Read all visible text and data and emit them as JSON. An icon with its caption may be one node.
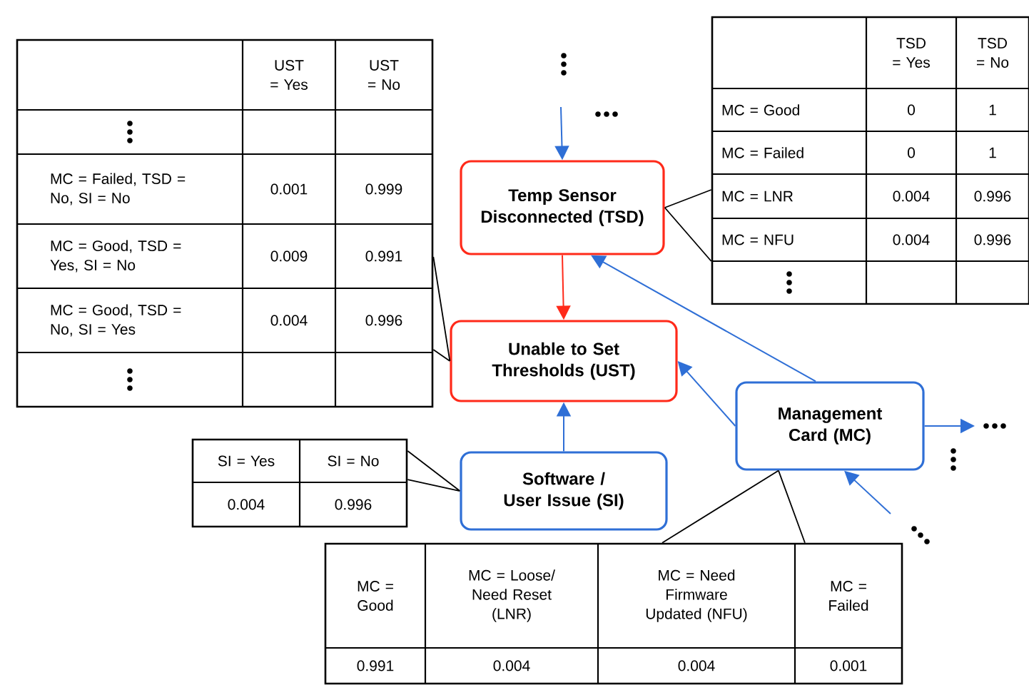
{
  "diagram": {
    "nodes": [
      {
        "text": [
          "Temp Sensor Disconnected (TSD)"
        ]
      },
      {
        "text": [
          "Unable to Set Thresholds (UST)"
        ]
      },
      {
        "text": [
          "Software / User Issue (SI)"
        ]
      },
      {
        "text": [
          "Management Card (MC)"
        ]
      },
      {
        "text": [
          "UST = Yes",
          "UST = No",
          "MC = Failed, TSD = No, SI = No",
          "0.001",
          "0.999",
          "MC = Good, TSD = Yes, SI = No",
          "0.009",
          "0.991",
          "MC = Good, TSD = No, SI = Yes",
          "0.004",
          "0.996"
        ]
      },
      {
        "text": [
          "TSD = Yes",
          "TSD = No",
          "MC = Good",
          "0",
          "1",
          "MC = Failed",
          "0",
          "1",
          "MC = LNR",
          "0.004",
          "0.996",
          "MC = NFU",
          "0.004",
          "0.996"
        ]
      },
      {
        "text": [
          "SI = Yes",
          "SI = No",
          "0.004",
          "0.996"
        ]
      },
      {
        "text": [
          "MC = Good",
          "MC = Loose/ Need Reset (LNR)",
          "MC = Need Firmware Updated (NFU)",
          "MC = Failed",
          "0.991",
          "0.004",
          "0.004",
          "0.001"
        ]
      }
    ],
    "edges": [
      {
        "from": null,
        "to": 0,
        "arrow": "to",
        "color": "#2f6fd6"
      },
      {
        "from": 0,
        "to": 1,
        "arrow": "to",
        "color": "#ff2a1a"
      },
      {
        "from": 2,
        "to": 1,
        "arrow": "to",
        "color": "#2f6fd6"
      },
      {
        "from": 3,
        "to": 1,
        "arrow": "to",
        "color": "#2f6fd6"
      },
      {
        "from": 3,
        "to": 0,
        "arrow": "to",
        "color": "#2f6fd6"
      },
      {
        "from": 3,
        "to": null,
        "arrow": "to",
        "color": "#2f6fd6"
      },
      {
        "from": null,
        "to": 3,
        "arrow": "to",
        "color": "#2f6fd6"
      },
      {
        "from": 4,
        "to": 1,
        "arrow": "none",
        "color": "#000000"
      },
      {
        "from": 5,
        "to": 0,
        "arrow": "none",
        "color": "#000000"
      },
      {
        "from": 6,
        "to": 2,
        "arrow": "none",
        "color": "#000000"
      },
      {
        "from": 7,
        "to": 3,
        "arrow": "none",
        "color": "#000000"
      }
    ]
  }
}
